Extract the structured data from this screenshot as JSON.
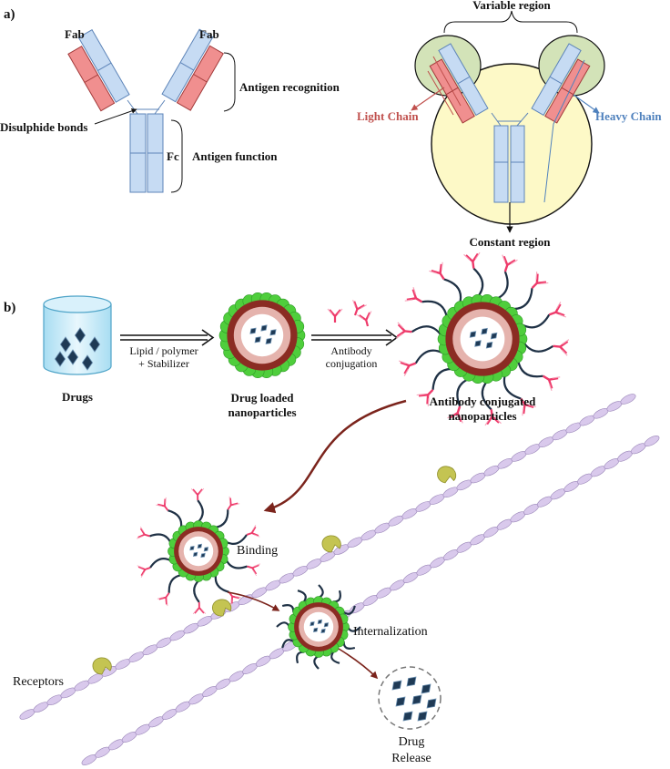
{
  "panel_a": {
    "panel_label": "a)",
    "left_antibody": {
      "fab_left": "Fab",
      "fab_right": "Fab",
      "antigen_recognition": "Antigen recognition",
      "disulphide_bonds": "Disulphide bonds",
      "fc": "Fc",
      "antigen_function": "Antigen function"
    },
    "right_antibody": {
      "variable_region": "Variable region",
      "light_chain": "Light Chain",
      "heavy_chain": "Heavy Chain",
      "constant_region": "Constant region"
    }
  },
  "panel_b": {
    "panel_label": "b)",
    "drugs": "Drugs",
    "step1_line1": "Lipid / polymer",
    "step1_line2": "+ Stabilizer",
    "drug_loaded_line1": "Drug loaded",
    "drug_loaded_line2": "nanoparticles",
    "step2_line1": "Antibody",
    "step2_line2": "conjugation",
    "conjugated_line1": "Antibody conjugated",
    "conjugated_line2": "nanoparticles",
    "binding": "Binding",
    "internalization": "Internalization",
    "receptors": "Receptors",
    "release_line1": "Drug",
    "release_line2": "Release"
  },
  "colors": {
    "chain_blue": "#c6dbf3",
    "chain_blue_stroke": "#5d84b8",
    "chain_red": "#f08f8f",
    "chain_red_stroke": "#a23a3a",
    "light_chain_text": "#c0504d",
    "heavy_chain_text": "#4f81bd",
    "circle_yellow": "#fdf9c7",
    "region_green": "#d3e3b8",
    "np_green": "#4fce3c",
    "np_brown": "#8b2c23",
    "np_pink": "#e5b3ad",
    "membrane": "#d9c9ec",
    "receptor": "#c4c452",
    "arrow_brown": "#7b241c",
    "antibody_pink": "#ee3a6a",
    "drug_dark": "#1f3a55"
  }
}
